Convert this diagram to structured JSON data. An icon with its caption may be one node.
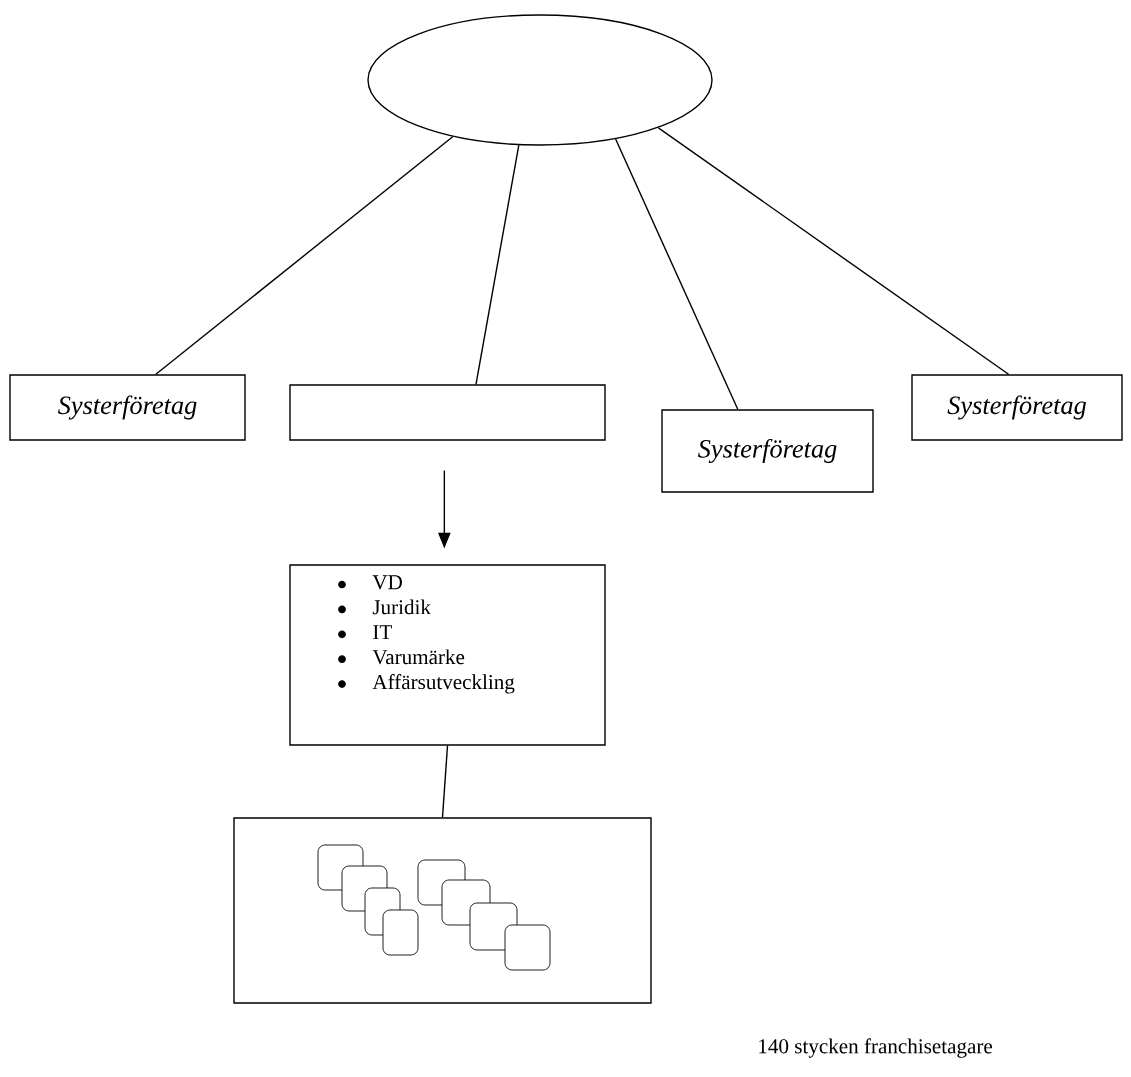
{
  "diagram": {
    "nodes": [
      {
        "text": [],
        "shape": "ellipse"
      },
      {
        "text": [
          "Systerföretag"
        ]
      },
      {
        "text": [],
        "shape": "box"
      },
      {
        "text": [
          "Systerföretag"
        ]
      },
      {
        "text": [
          "Systerföretag"
        ]
      },
      {
        "text": [
          "VD",
          "Juridik",
          "IT",
          "Varumärke",
          "Affärsutveckling"
        ]
      },
      {
        "text": [],
        "shape": "box"
      }
    ],
    "labels": [
      "140 stycken franchisetagare"
    ],
    "edges": [
      {
        "from": 0,
        "to": 1,
        "arrow": "none"
      },
      {
        "from": 0,
        "to": 2,
        "arrow": "none"
      },
      {
        "from": 0,
        "to": 3,
        "arrow": "none"
      },
      {
        "from": 0,
        "to": 4,
        "arrow": "none"
      },
      {
        "from": 2,
        "to": 5,
        "arrow": "to"
      },
      {
        "from": 5,
        "to": 6,
        "arrow": "none"
      }
    ]
  }
}
